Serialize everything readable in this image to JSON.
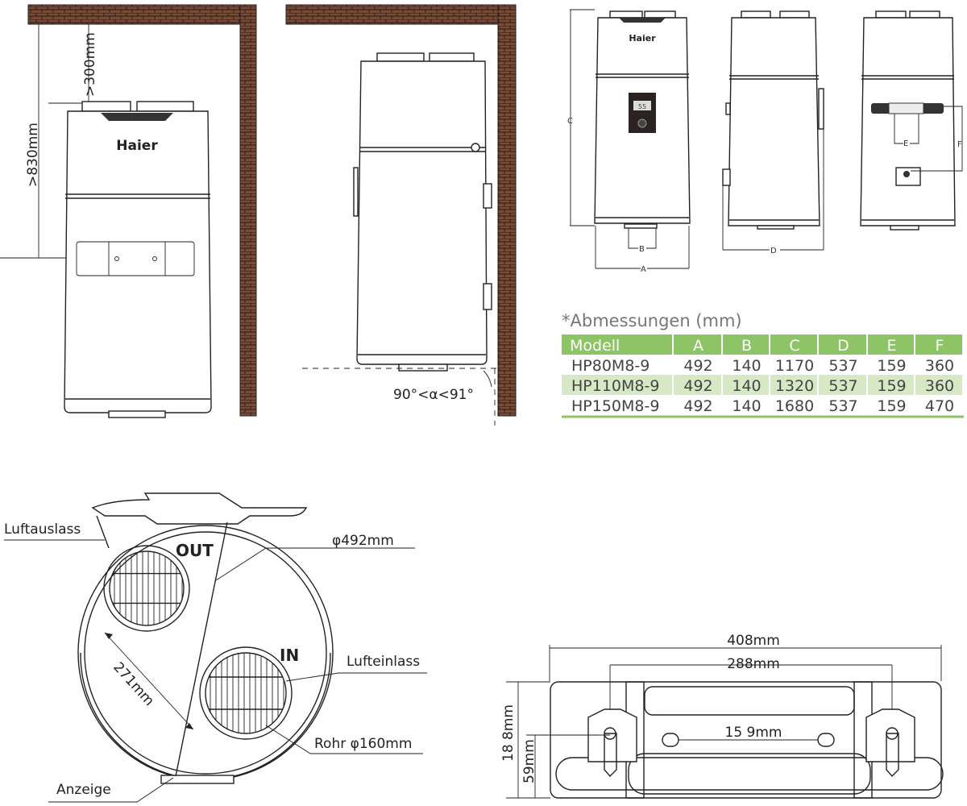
{
  "front_install": {
    "min_top": ">300mm",
    "min_height": ">830mm",
    "brand": "Haier"
  },
  "side_install": {
    "angle": "90°<α<91°"
  },
  "views": {
    "brand": "Haier",
    "display_value": "55",
    "dim_labels": [
      "A",
      "B",
      "C",
      "D",
      "E",
      "F"
    ]
  },
  "table": {
    "title": "*Abmessungen (mm)",
    "headers": [
      "Modell",
      "A",
      "B",
      "C",
      "D",
      "E",
      "F"
    ],
    "rows": [
      [
        "HP80M8-9",
        "492",
        "140",
        "1170",
        "537",
        "159",
        "360"
      ],
      [
        "HP110M8-9",
        "492",
        "140",
        "1320",
        "537",
        "159",
        "360"
      ],
      [
        "HP150M8-9",
        "492",
        "140",
        "1680",
        "537",
        "159",
        "470"
      ]
    ],
    "header_color": "#8dc466",
    "stripe_color": "#d6e9c4"
  },
  "top_view": {
    "outlet_label": "Luftauslass",
    "inlet_label": "Lufteinlass",
    "out_text": "OUT",
    "in_text": "IN",
    "diameter": "φ492mm",
    "distance": "271mm",
    "pipe": "Rohr φ160mm",
    "display_label": "Anzeige"
  },
  "bracket": {
    "width_outer": "408mm",
    "width_holes": "288mm",
    "width_slots": "15 9mm",
    "height": "18 8mm",
    "hole_height": "59mm"
  },
  "colors": {
    "wall": "#7a4a35",
    "line": "#222222"
  }
}
